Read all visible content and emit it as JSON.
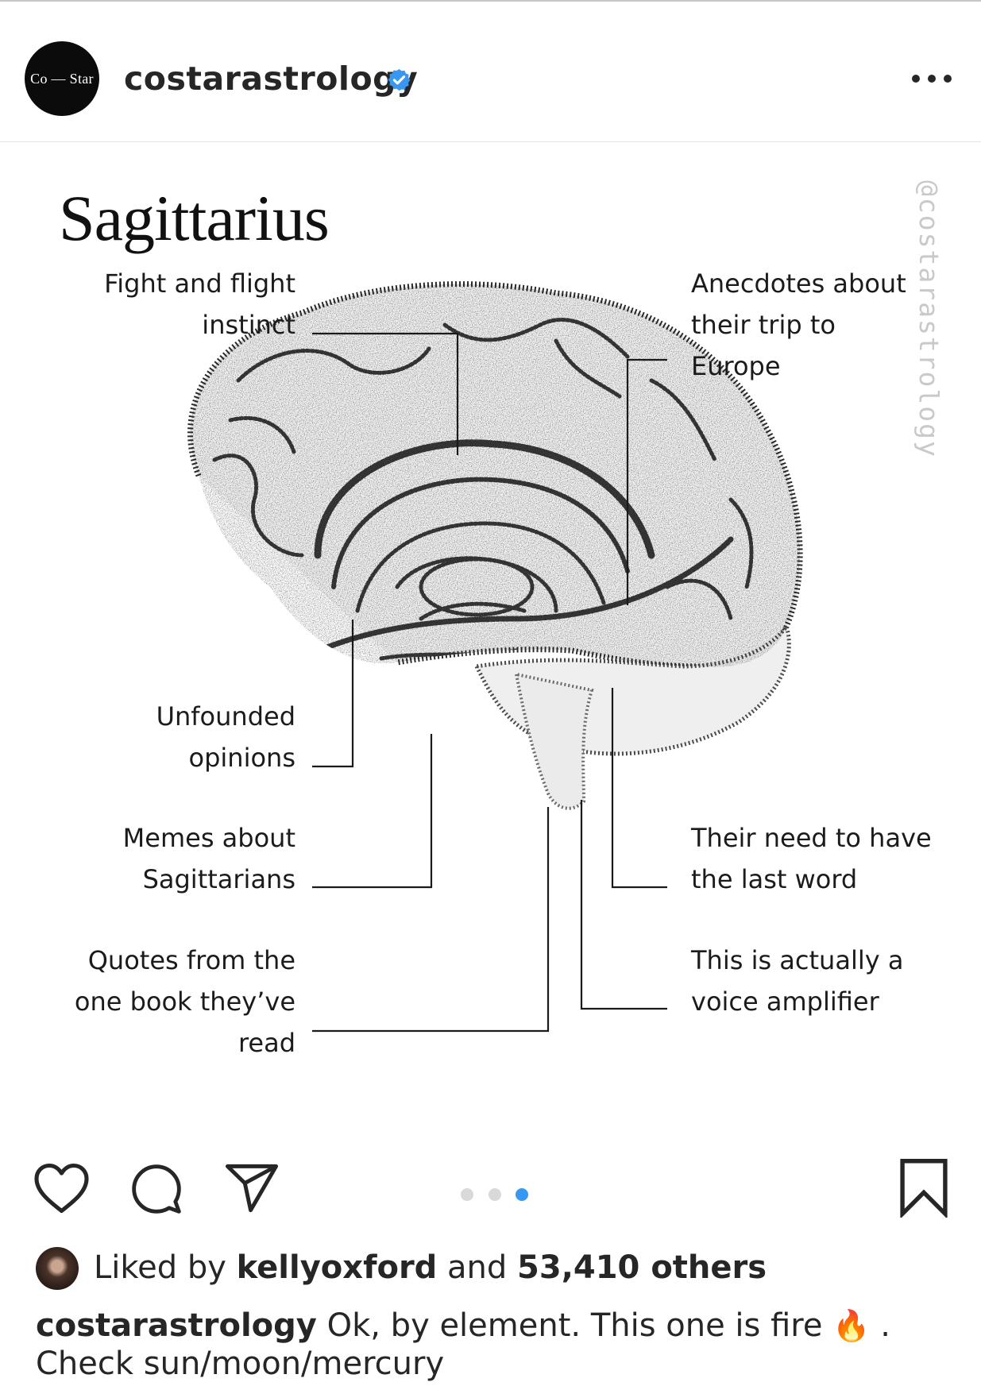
{
  "header": {
    "avatar_text": "Co — Star",
    "username": "costarastrology",
    "verified": true
  },
  "post": {
    "title": "Sagittarius",
    "watermark": "@costarastrology",
    "labels": {
      "fight": "Fight and flight\ninstinct",
      "anecdotes": "Anecdotes about\ntheir trip to\nEurope",
      "unfounded": "Unfounded\nopinions",
      "memes": "Memes about\nSagittarians",
      "last_word": "Their need to have\nthe last word",
      "quotes": "Quotes from the\none book they’ve\nread",
      "amplifier": "This is actually a\nvoice amplifier"
    }
  },
  "actions": {
    "carousel": {
      "count": 3,
      "active_index": 2
    },
    "accent": "#3897f0"
  },
  "likes": {
    "prefix": "Liked by",
    "user": "kellyoxford",
    "conjunction": "and",
    "count": "53,410 others"
  },
  "caption": {
    "username": "costarastrology",
    "text_part1": "Ok, by element. This one is fire",
    "emoji": "🔥",
    "text_part2": ". Check sun/moon/mercury"
  }
}
